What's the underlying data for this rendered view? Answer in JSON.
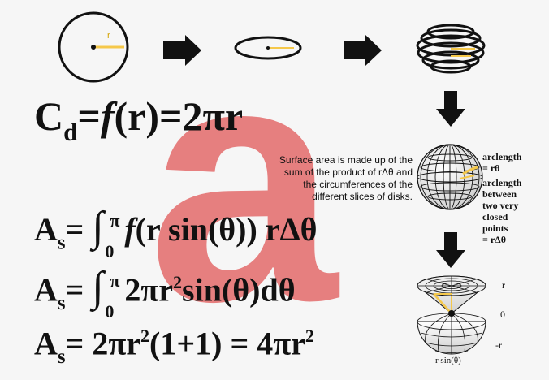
{
  "top_row": {
    "radius_label": "r"
  },
  "watermark": {
    "letter": "a",
    "color": "#e57373"
  },
  "equations": {
    "circumference": {
      "lhs": "C",
      "sub": "d",
      "mid": "=",
      "fn": "f",
      "rhs": "(r)=2πr"
    },
    "area1": {
      "lhs": "A",
      "sub": "s",
      "eq": "=",
      "integral": "∫",
      "upper": "π",
      "lower": "0",
      "fn": "f",
      "body": "(r sin(θ)) rΔθ"
    },
    "area2": {
      "lhs": "A",
      "sub": "s",
      "eq": "=",
      "integral": "∫",
      "upper": "π",
      "lower": "0",
      "body_a": "2πr",
      "pow": "2",
      "body_b": "sin(θ)dθ"
    },
    "area3": {
      "lhs": "A",
      "sub": "s",
      "eq": "= 2πr",
      "pow1": "2",
      "mid": "(1+1) = 4πr",
      "pow2": "2"
    }
  },
  "description": {
    "lines": [
      "Surface area is made up of the",
      "sum of the product of rΔθ and",
      "the circumferences of the",
      "different slices of disks."
    ]
  },
  "sphere_labels": {
    "arclength": "arclength",
    "r_theta": "= rθ",
    "between_lines": [
      "arclength",
      "between",
      "two very",
      "closed",
      "points",
      "= rΔθ"
    ]
  },
  "bottom_labels": {
    "top": "r",
    "middle": "0",
    "bottom": "-r",
    "axis": "r sin(θ)"
  },
  "colors": {
    "accent": "#f5c84a",
    "stroke": "#111111",
    "background": "#f6f6f6"
  }
}
